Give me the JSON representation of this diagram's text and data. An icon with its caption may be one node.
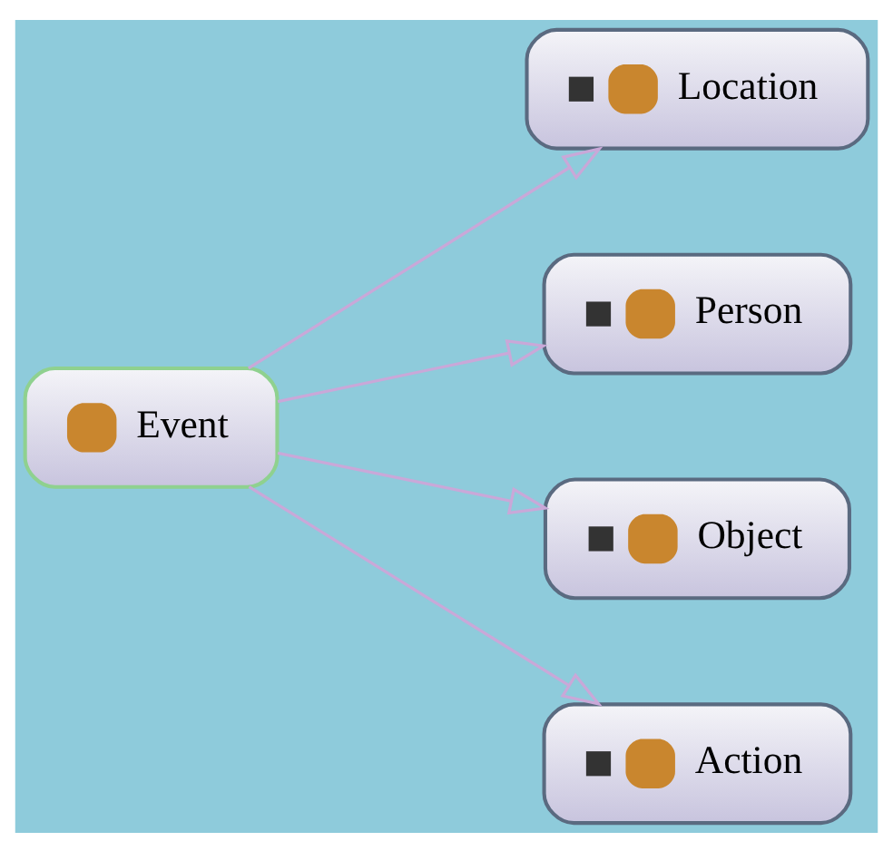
{
  "diagram": {
    "nodes": [
      {
        "text": [
          "Event"
        ]
      },
      {
        "text": [
          "Location"
        ]
      },
      {
        "text": [
          "Person"
        ]
      },
      {
        "text": [
          "Object"
        ]
      },
      {
        "text": [
          "Action"
        ]
      }
    ],
    "edges": [
      {
        "from": 0,
        "to": 1,
        "arrow": "to"
      },
      {
        "from": 0,
        "to": 2,
        "arrow": "to"
      },
      {
        "from": 0,
        "to": 3,
        "arrow": "to"
      },
      {
        "from": 0,
        "to": 4,
        "arrow": "to"
      }
    ]
  }
}
